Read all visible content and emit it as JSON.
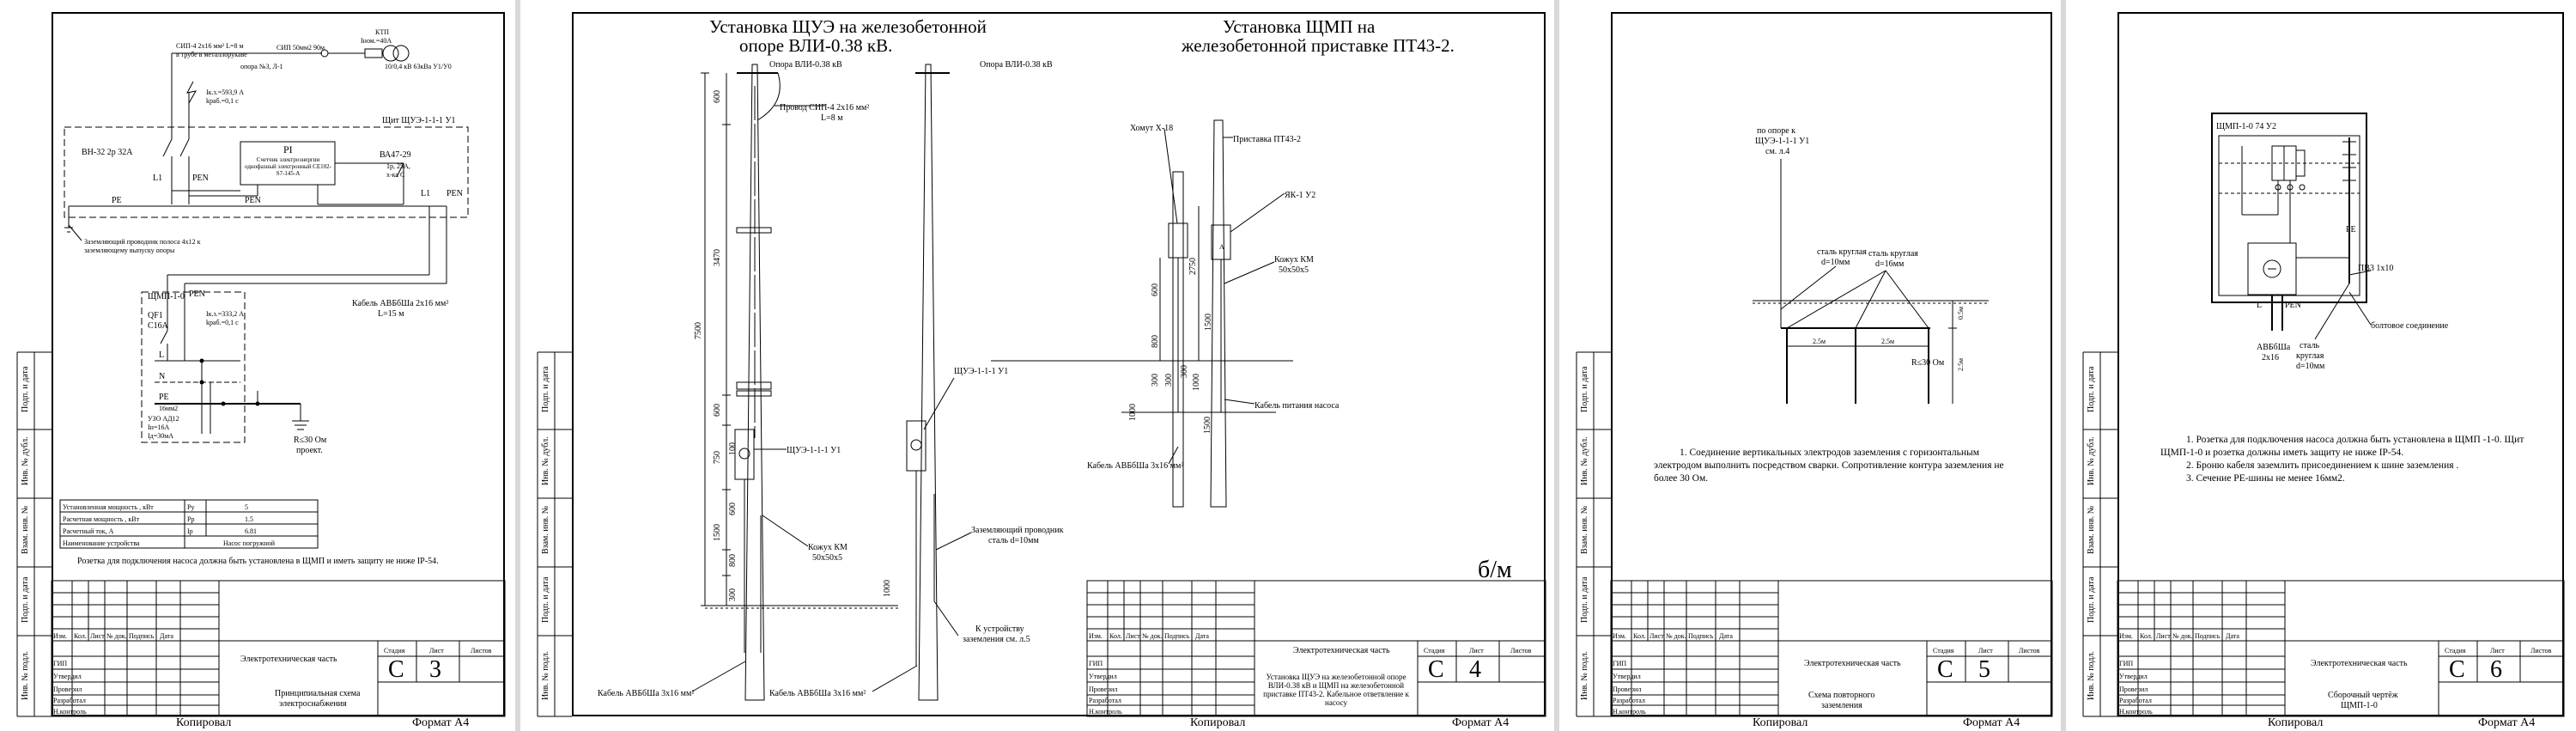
{
  "common": {
    "kopiroval": "Копировал",
    "format": "Формат А4",
    "stamp_cols": [
      "Изм.",
      "Кол.",
      "Лист",
      "№ док.",
      "Подпись",
      "Дата"
    ],
    "roles": [
      "ГИП",
      "Утвердил",
      "Проверил",
      "Разработал",
      "Н.контроль"
    ],
    "col_stadia": "Стадия",
    "col_list": "Лист",
    "col_listov": "Листов",
    "section": "Электротехническая часть",
    "margin_labels": [
      "Подп. и дата",
      "Инв. № дубл.",
      "Взам. инв. №",
      "Подп. и дата",
      "Инв. № подл."
    ]
  },
  "sheet1": {
    "stadia": "С",
    "list": "3",
    "title_block": "Принципиальная схема электроснабжения",
    "labels": {
      "cable_top": "СИП-4 2х16 мм² L=8 м",
      "in_pipe": "в трубе в металлорукаве",
      "sip_ktp": "СИП 50мм2 90м",
      "support": "опора №3, Л-1",
      "ktp": "КТП",
      "ktp_fuse": "Iном.=40А",
      "ktp_params": "10/0,4 кВ 63кВа У1/У0",
      "ikz1": "Iк.з.=593,9 А",
      "kprab1": "kраб.=0,1 с",
      "shield": "Щит ЩУЭ-1-1-1 У1",
      "pi": "PI",
      "meter": "Счетчик электроэнергии однофазный электронный СЕ102-S7-145-A",
      "breaker_left": "ВН-32 2р 32А",
      "breaker_right": "ВА47-29 1р, 25А, х-ка С",
      "l1": "L1",
      "pen": "PEN",
      "pe": "PE",
      "ground_cond": "Заземляющий проводник полоса 4х12 к заземляющему выпуску опоры",
      "cable": "Кабель АВБбШа 2х16 мм²",
      "cable_len": "L=15 м",
      "shmp": "ЩМП-1-0",
      "qf1": "QF1",
      "c16a": "С16А",
      "ikz2": "Iк.з.=333,2 А",
      "kprab2": "kраб.=0,1 с",
      "l": "L",
      "n": "N",
      "pe_bus": "16мм2",
      "uzo": "УЗО АД12",
      "uzo_in": "Iн=16А",
      "uzo_idn": "Iд=30мА",
      "r": "R≤30 Ом",
      "r_proj": "проект."
    },
    "params": [
      {
        "name": "Установленная мощность , кВт",
        "sym": "Ру",
        "val": "5"
      },
      {
        "name": "Расчетная мощность , кВт",
        "sym": "Рр",
        "val": "1.5"
      },
      {
        "name": "Расчетный ток, А",
        "sym": "Iр",
        "val": "6.81"
      },
      {
        "name": "Наименование устройства",
        "sym": "",
        "val": "Насос погружной"
      }
    ],
    "note": "Розетка для подключения насоса должна быть установлена в ЩМП и иметь защиту не ниже IP-54."
  },
  "sheet2": {
    "stadia": "С",
    "list": "4",
    "title_block": "Установка ЩУЭ на железобетонной опоре ВЛИ-0.38 кВ и ЩМП на железобетонной приставке ПТ43-2. Кабельное ответвление к насосу",
    "title1": "Установка ЩУЭ на железобетонной опоре ВЛИ-0.38 кВ.",
    "title2": "Установка ЩМП на железобетонной приставке ПТ43-2.",
    "bm": "б/м",
    "labels": {
      "opora1": "Опора ВЛИ-0.38 кВ",
      "opora2": "Опора ВЛИ-0.38 кВ",
      "wire": "Провод СИП-4 2х16 мм²",
      "wire_len": "L=8 м",
      "shue_left": "ЩУЭ-1-1-1 У1",
      "shue_right": "ЩУЭ-1-1-1 У1",
      "kozhuh": "Кожух КМ",
      "kozhuh_size": "50х50х5",
      "ground": "Заземляющий проводник",
      "ground_steel": "сталь d=10мм",
      "to_ground": "К устройству",
      "to_ground2": "заземления см. л.5",
      "cable_left": "Кабель АВБбШа 3х16 мм²",
      "cable_mid": "Кабель АВБбШа 3х16 мм²",
      "hom": "Хомут Х-18",
      "pristavka": "Приставка ПТ43-2",
      "yak": "ЯК-1 У2",
      "kozhuh2": "Кожух КМ",
      "kozhuh2_size": "50х50х5",
      "pump_cable": "Кабель питания насоса",
      "cable_right": "Кабель АВБбШа 3х16 мм²"
    },
    "dims_left": [
      "600",
      "3470",
      "7500",
      "600",
      "750",
      "100",
      "600",
      "1500",
      "800",
      "300"
    ],
    "dims_right": [
      "2750",
      "600",
      "1500",
      "800",
      "300",
      "1000",
      "300",
      "1500",
      "1000",
      "300"
    ]
  },
  "sheet3": {
    "stadia": "С",
    "list": "5",
    "title_block": "Схема повторного заземления",
    "labels": {
      "to_support": "по опоре к",
      "to_support2": "ЩУЭ-1-1-1 У1",
      "to_support3": "см. л.4",
      "steel_round1": "сталь круглая",
      "steel_round1_d": "d=10мм",
      "steel_round2": "сталь круглая",
      "steel_round2_d": "d=16мм",
      "dist1": "2.5м",
      "dist2": "2.5м",
      "r": "R≤30 Ом",
      "depth": "0.5м",
      "length": "2.5м"
    },
    "note": "1. Соединение вертикальных электродов заземления с горизонтальным электродом выполнить посредством сварки. Сопротивление контура заземления не более 30 Ом."
  },
  "sheet4": {
    "stadia": "С",
    "list": "6",
    "title_block": "Сборочный чертёж ЩМП-1-0",
    "labels": {
      "box": "ЩМП-1-0 74 У2",
      "pe": "PE",
      "pv3": "ПВ3 1х10",
      "bolt": "болтовое соединение",
      "l": "L",
      "pen": "PEN",
      "cable": "АВБбШа",
      "cable_size": "2х16",
      "steel": "сталь",
      "steel2": "круглая",
      "steel_d": "d=10мм"
    },
    "notes": [
      "1. Розетка для подключения насоса должна быть установлена в ЩМП -1-0. Щит ЩМП-1-0 и розетка должны иметь защиту не ниже IP-54.",
      "2. Броню кабеля заземлить присоединением к шине заземления .",
      "3. Сечение РЕ-шины не менее 16мм2."
    ]
  }
}
